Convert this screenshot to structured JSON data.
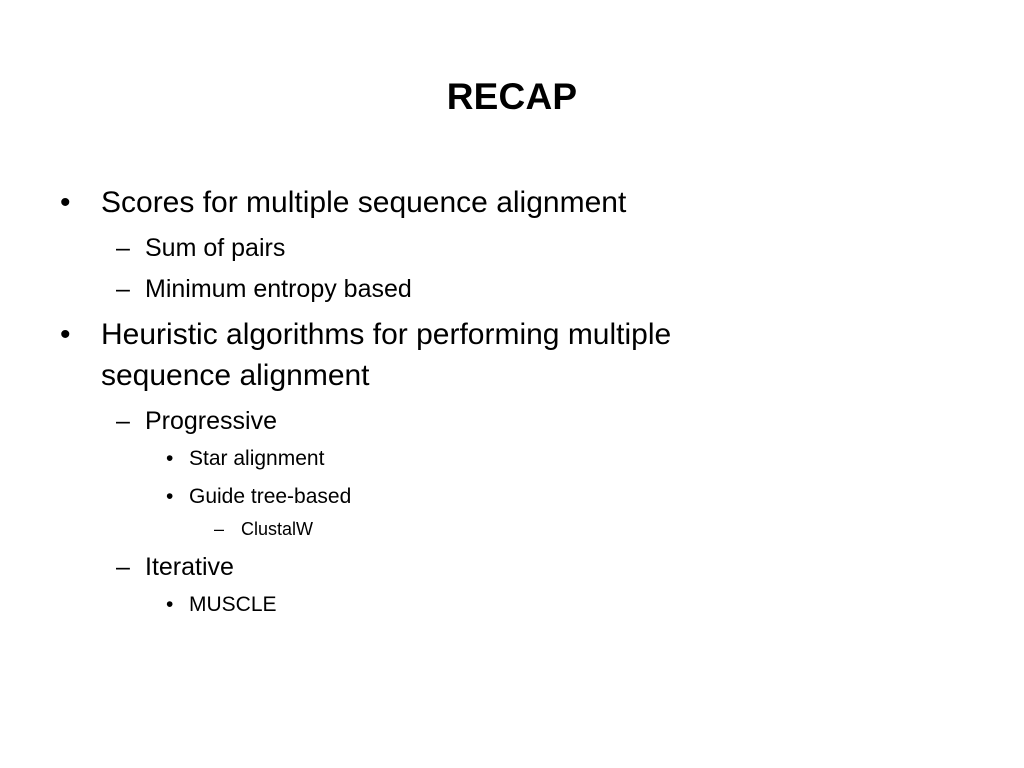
{
  "slide": {
    "title": "RECAP",
    "markers": {
      "bullet": "•",
      "dash": "–"
    },
    "items": [
      {
        "level": 1,
        "marker": "bullet",
        "text": "Scores for multiple sequence alignment"
      },
      {
        "level": 2,
        "marker": "dash",
        "text": "Sum of pairs"
      },
      {
        "level": 2,
        "marker": "dash",
        "text": "Minimum entropy based"
      },
      {
        "level": 1,
        "marker": "bullet",
        "text_line1": "Heuristic algorithms for performing multiple",
        "text_line2": "sequence alignment"
      },
      {
        "level": 2,
        "marker": "dash",
        "text": "Progressive"
      },
      {
        "level": 3,
        "marker": "bullet",
        "text": "Star alignment"
      },
      {
        "level": 3,
        "marker": "bullet",
        "text": "Guide tree-based"
      },
      {
        "level": 4,
        "marker": "dash",
        "text": "ClustalW"
      },
      {
        "level": 2,
        "marker": "dash",
        "text": "Iterative"
      },
      {
        "level": 3,
        "marker": "bullet",
        "text": "MUSCLE"
      }
    ]
  }
}
